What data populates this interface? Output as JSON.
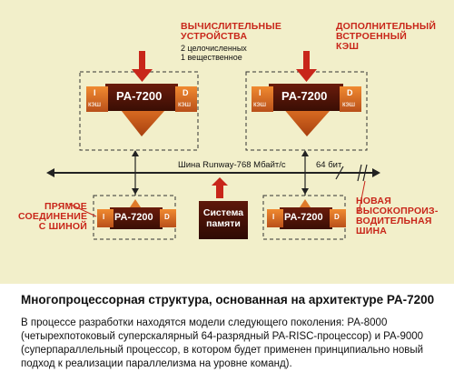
{
  "diagram": {
    "label_compute": [
      "ВЫЧИСЛИТЕЛЬНЫЕ",
      "УСТРОЙСТВА"
    ],
    "label_compute_sub": [
      "2 целочисленных",
      "1 вещественное"
    ],
    "label_cache": [
      "ДОПОЛНИТЕЛЬНЫЙ",
      "ВСТРОЕННЫЙ",
      "КЭШ"
    ],
    "cpu_name": "PA-7200",
    "cache_i": "I",
    "cache_d": "D",
    "cache_word": "кэш",
    "bus_label": "Шина Runway-768 Мбайт/с",
    "bus_width": "64 бит",
    "memory_label": [
      "Система",
      "памяти"
    ],
    "label_direct": [
      "ПРЯМОЕ",
      "СОЕДИНЕНИЕ",
      "С ШИНОЙ"
    ],
    "label_newbus": [
      "НОВАЯ",
      "ВЫСОКОПРОИЗ-",
      "ВОДИТЕЛЬНАЯ",
      "ШИНА"
    ]
  },
  "caption": {
    "title": "Многопроцессорная структура, основанная на архитектуре PA-7200",
    "body": "В процессе разработки находятся модели следующего поколения: PA-8000 (четырехпотоковый суперскалярный 64-разрядный PA-RISC-процессор) и PA-9000 (суперпараллельный процессор, в котором будет применен принципиально новый подход к реализации параллелизма на уровне команд)."
  },
  "colors": {
    "background": "#f2efca",
    "accent_red": "#c8261a",
    "chip_dark": "#4a1408",
    "chip_orange": "#d86a1e",
    "bus": "#222222"
  }
}
